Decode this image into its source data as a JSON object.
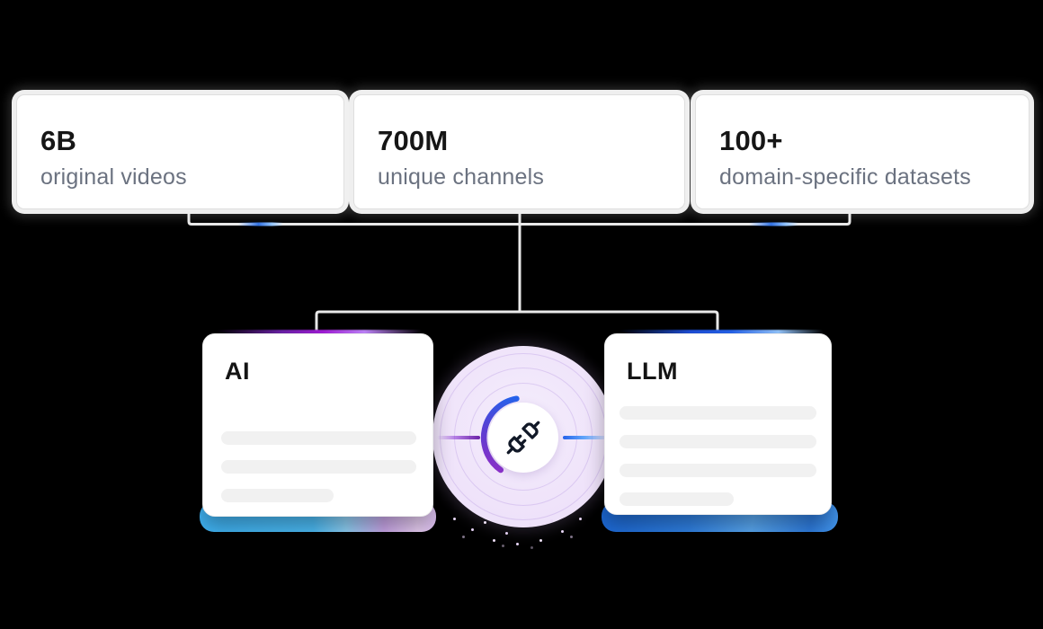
{
  "stats_cards": [
    {
      "value": "6B",
      "label": "original videos"
    },
    {
      "value": "700M",
      "label": "unique channels"
    },
    {
      "value": "100+",
      "label": "domain-specific datasets"
    }
  ],
  "hub": {
    "icon": "unplug-icon",
    "arc_colors": [
      "#2563eb",
      "#8b2fc9"
    ],
    "circle_color": "#efe3fa",
    "ring_color": "rgba(167,130,220,0.28)"
  },
  "output_cards": [
    {
      "title": "AI",
      "skeleton_lines": 3,
      "accent_top": "#a21cd8",
      "accent_bottom": "#4cbbf4"
    },
    {
      "title": "LLM",
      "skeleton_lines": 4,
      "accent_top": "#2563eb",
      "accent_bottom": "#2f7fe0"
    }
  ],
  "colors": {
    "background": "#000000",
    "card_background": "#ffffff",
    "value_text": "#161616",
    "label_text": "#6b7280",
    "connector_line": "#e9e9e9",
    "pulse_blue": "#3b82f6"
  }
}
